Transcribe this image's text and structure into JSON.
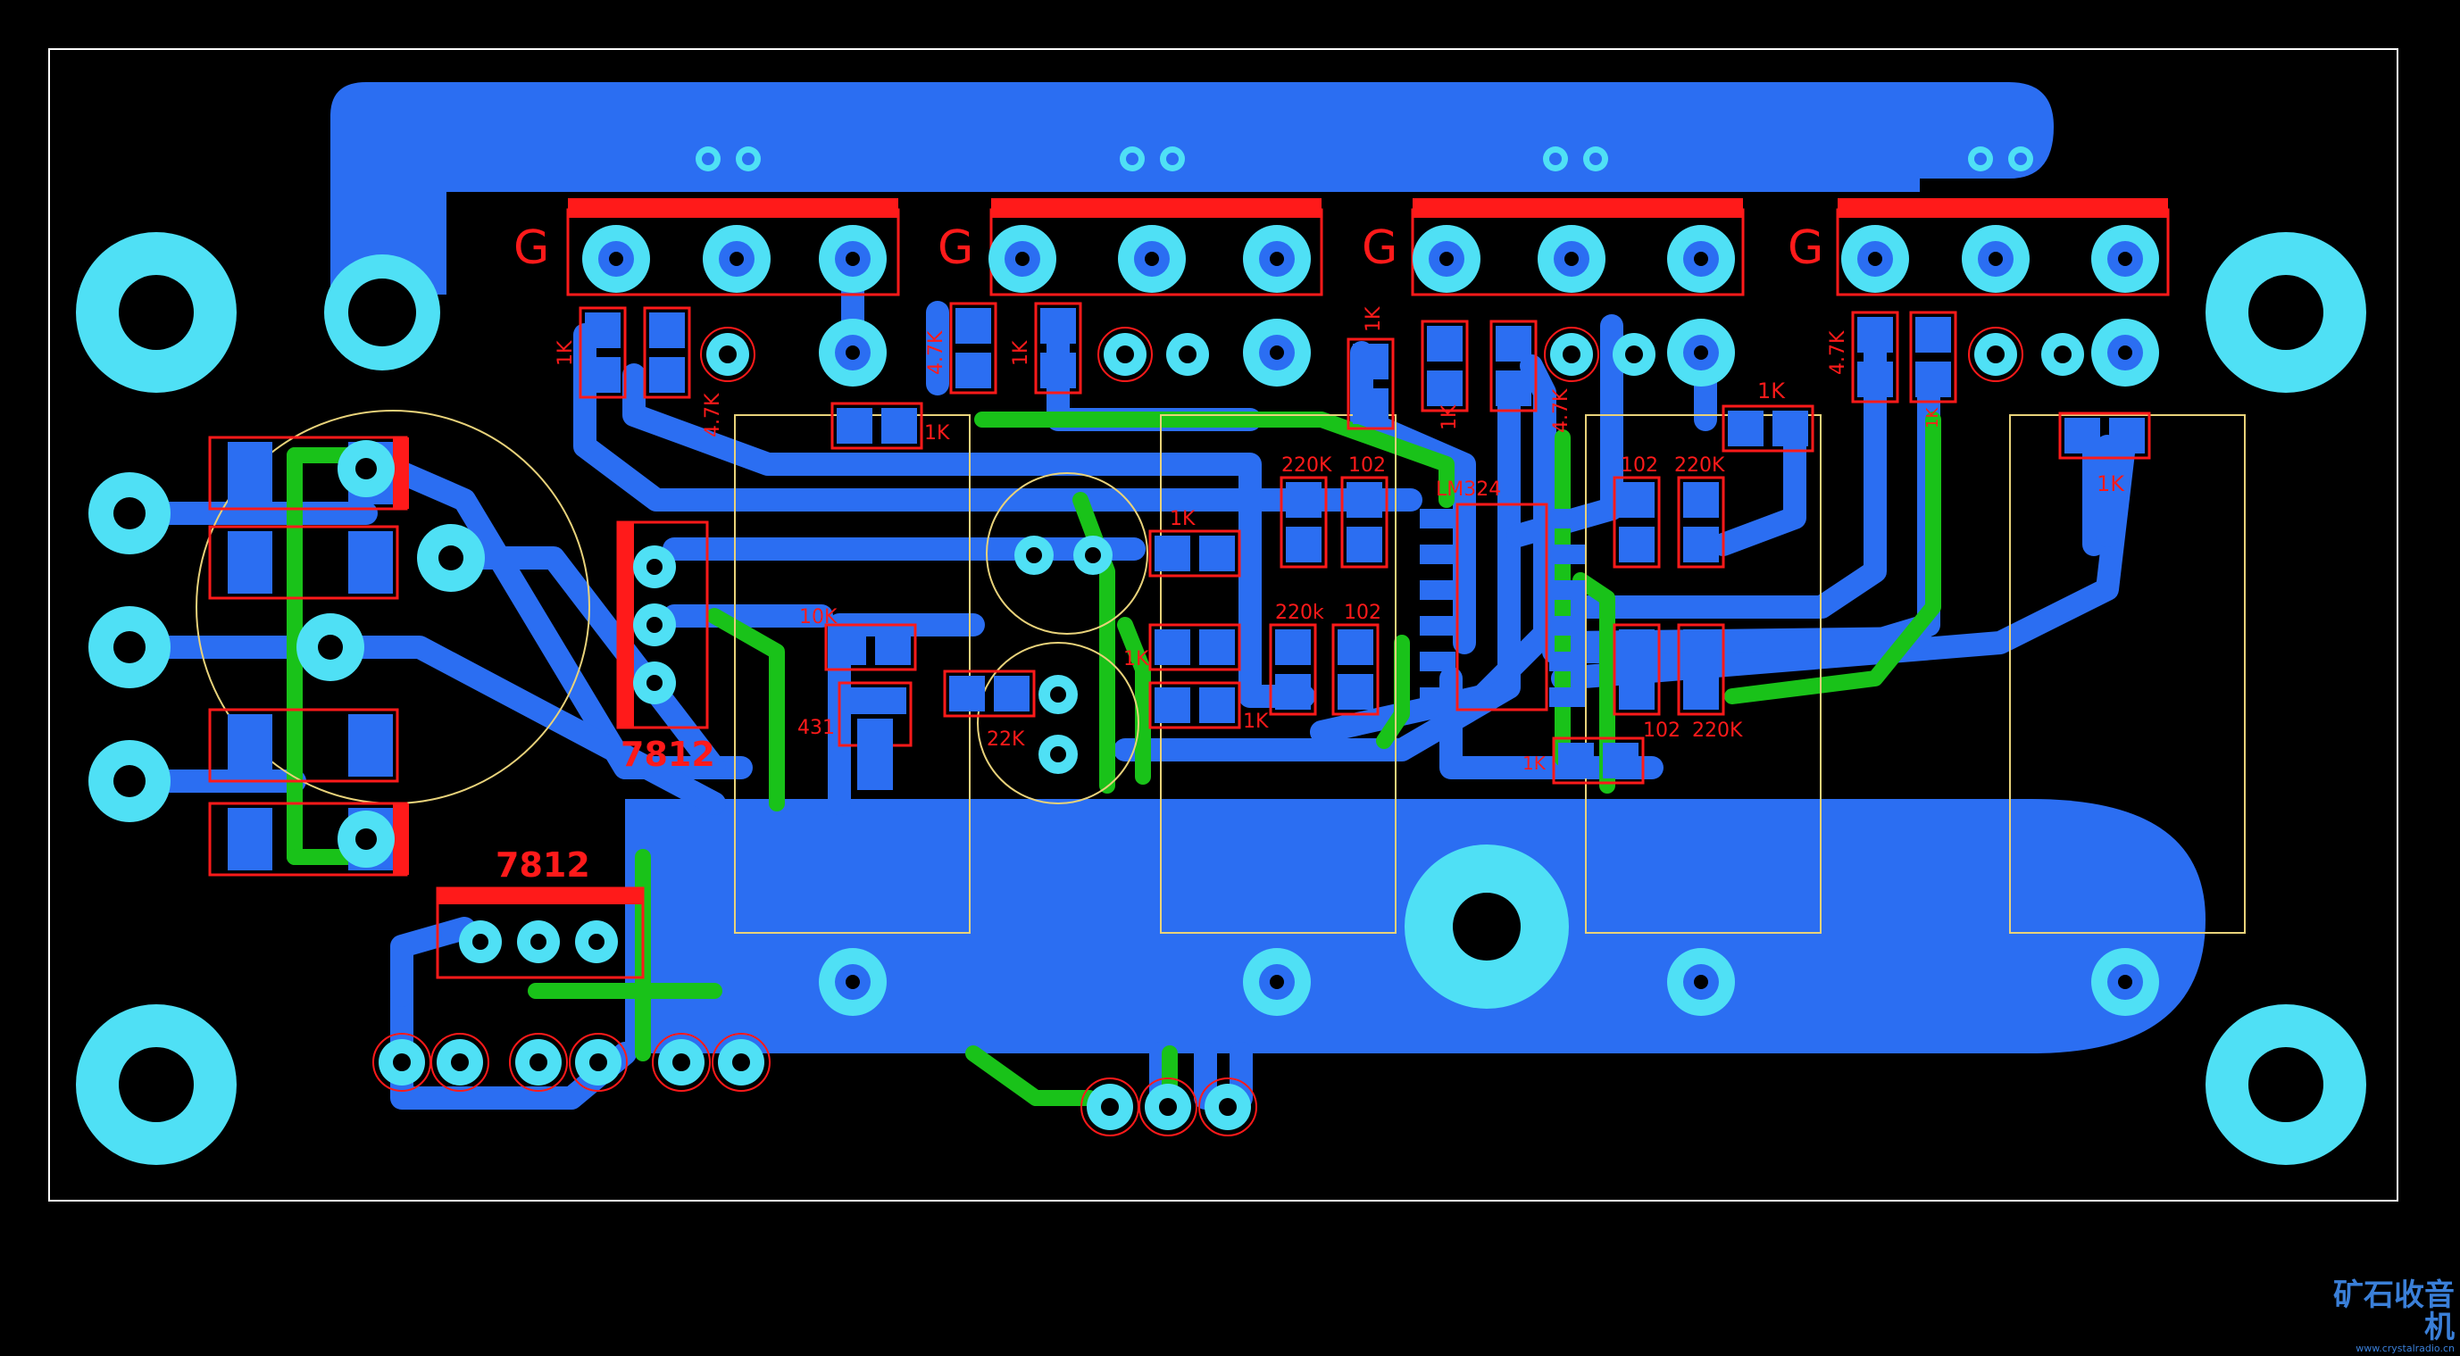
{
  "colors": {
    "background": "#000000",
    "outline": "#ffffff",
    "copper_blue": "#2b6ef2",
    "pad_cyan": "#4fe0f5",
    "trace_green": "#19c219",
    "silk_red": "#ff1a1a",
    "silk_yellow": "#e8d27a"
  },
  "labels": {
    "gate_1": "G",
    "gate_2": "G",
    "gate_3": "G",
    "gate_4": "G",
    "r_1k_a": "1K",
    "r_47k_a": "4.7K",
    "r_1k_b": "1K",
    "r_47k_b": "4.7K",
    "r_1k_c": "1K",
    "r_1k_d": "1K",
    "r_1k_e": "1K",
    "r_47k_c": "4.7K",
    "r_1k_f": "1K",
    "r_47k_d": "4.7K",
    "r_1k_g": "1K",
    "r_1k_h": "1K",
    "r_220k_a": "220K",
    "c_102_a": "102",
    "ic_lm324": "LM324",
    "r_102_b": "102",
    "r_220k_b": "220K",
    "r_1k_i": "1K",
    "r_1k_j": "1K",
    "r_1k_k": "1K",
    "r_220k_c": "220k",
    "c_102_c": "102",
    "r_10k": "10K",
    "u_431": "431",
    "r_22k": "22K",
    "c_102_d": "102",
    "r_220k_d": "220K",
    "r_1k_l": "1K",
    "reg_7812_a": "7812",
    "reg_7812_b": "7812"
  },
  "watermark": {
    "main": "矿石收音机",
    "url": "www.crystalradio.cn"
  }
}
